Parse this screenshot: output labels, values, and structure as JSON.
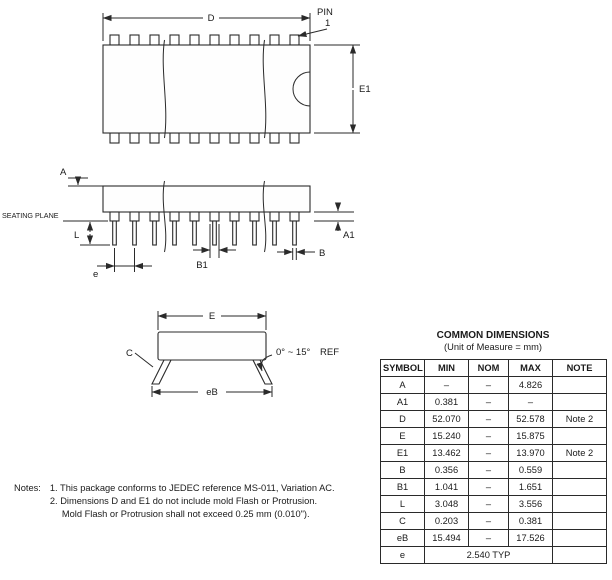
{
  "drawing": {
    "top_view": {
      "d": "D",
      "pin": "PIN",
      "pin_number": "1",
      "e1": "E1"
    },
    "side_view": {
      "a": "A",
      "seating_plane": "SEATING PLANE",
      "l": "L",
      "e": "e",
      "b1": "B1",
      "b": "B",
      "a1": "A1"
    },
    "end_view": {
      "e": "E",
      "c": "C",
      "angle": "0° ~ 15°",
      "ref": "REF",
      "eb": "eB"
    }
  },
  "table": {
    "title": "COMMON DIMENSIONS",
    "subtitle": "(Unit of Measure = mm)",
    "headers": [
      "SYMBOL",
      "MIN",
      "NOM",
      "MAX",
      "NOTE"
    ],
    "rows": [
      [
        "A",
        "–",
        "–",
        "4.826",
        ""
      ],
      [
        "A1",
        "0.381",
        "–",
        "–",
        ""
      ],
      [
        "D",
        "52.070",
        "–",
        "52.578",
        "Note 2"
      ],
      [
        "E",
        "15.240",
        "–",
        "15.875",
        ""
      ],
      [
        "E1",
        "13.462",
        "–",
        "13.970",
        "Note 2"
      ],
      [
        "B",
        "0.356",
        "–",
        "0.559",
        ""
      ],
      [
        "B1",
        "1.041",
        "–",
        "1.651",
        ""
      ],
      [
        "L",
        "3.048",
        "–",
        "3.556",
        ""
      ],
      [
        "C",
        "0.203",
        "–",
        "0.381",
        ""
      ],
      [
        "eB",
        "15.494",
        "–",
        "17.526",
        ""
      ],
      [
        "e",
        "2.540 TYP",
        ""
      ]
    ]
  },
  "notes": {
    "label": "Notes:",
    "items": [
      "1. This package conforms to JEDEC reference MS-011, Variation AC.",
      "2. Dimensions D and E1 do not include mold Flash or Protrusion.",
      "Mold Flash or Protrusion shall not exceed 0.25 mm (0.010\")."
    ]
  }
}
